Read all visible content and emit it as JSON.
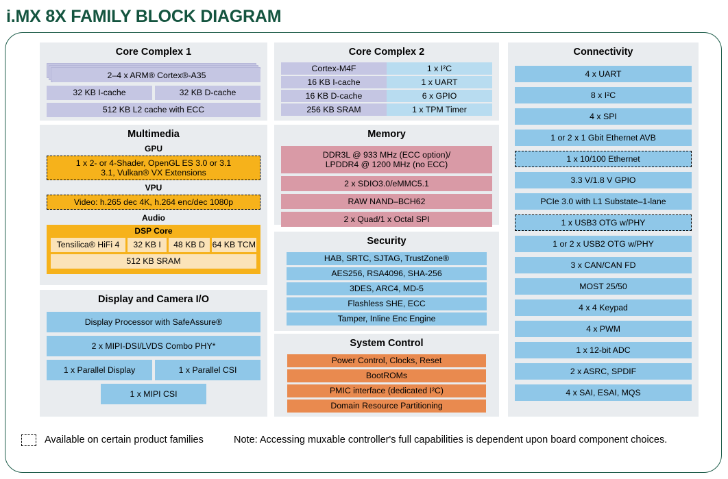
{
  "page": {
    "title": "i.MX 8X FAMILY BLOCK DIAGRAM",
    "title_color": "#14543f",
    "frame_color": "#1d5c49",
    "background": "#ffffff"
  },
  "colors": {
    "panel_bg": "#e9ecef",
    "purple": "#c5c6e3",
    "blue": "#8fc7e8",
    "light_blue": "#b8dcf0",
    "pink": "#d99aa6",
    "orange": "#e98a4f",
    "gold": "#f6b21b",
    "cream": "#fbe3b8"
  },
  "panels": {
    "core_complex_1": {
      "title": "Core Complex 1",
      "cpu": "2–4 x ARM® Cortex®-A35",
      "cache_row": [
        "32 KB I-cache",
        "32 KB D-cache"
      ],
      "l2": "512 KB L2 cache with ECC"
    },
    "core_complex_2": {
      "title": "Core Complex 2",
      "left_column": [
        "Cortex-M4F",
        "16 KB I-cache",
        "16 KB D-cache",
        "256 KB SRAM"
      ],
      "right_column": [
        "1 x I²C",
        "1 x UART",
        "6 x GPIO",
        "1 x TPM Timer"
      ]
    },
    "connectivity": {
      "title": "Connectivity",
      "items": [
        {
          "label": "4 x UART",
          "dashed": false
        },
        {
          "label": "8 x I²C",
          "dashed": false
        },
        {
          "label": "4 x SPI",
          "dashed": false
        },
        {
          "label": "1 or 2 x 1 Gbit Ethernet AVB",
          "dashed": false
        },
        {
          "label": "1 x 10/100 Ethernet",
          "dashed": true
        },
        {
          "label": "3.3 V/1.8 V GPIO",
          "dashed": false
        },
        {
          "label": "PCIe 3.0 with L1 Substate–1-lane",
          "dashed": false
        },
        {
          "label": "1 x USB3 OTG w/PHY",
          "dashed": true
        },
        {
          "label": "1 or 2 x USB2 OTG w/PHY",
          "dashed": false
        },
        {
          "label": "3 x CAN/CAN FD",
          "dashed": false
        },
        {
          "label": "MOST 25/50",
          "dashed": false
        },
        {
          "label": "4 x 4 Keypad",
          "dashed": false
        },
        {
          "label": "4 x PWM",
          "dashed": false
        },
        {
          "label": "1 x 12-bit ADC",
          "dashed": false
        },
        {
          "label": "2 x ASRC, SPDIF",
          "dashed": false
        },
        {
          "label": "4 x SAI, ESAI, MQS",
          "dashed": false
        }
      ]
    },
    "multimedia": {
      "title": "Multimedia",
      "gpu": {
        "label": "GPU",
        "line1": "1 x 2- or 4-Shader, OpenGL ES 3.0 or 3.1",
        "line2": "3.1, Vulkan® VX Extensions"
      },
      "vpu": {
        "label": "VPU",
        "text": "Video: h.265 dec 4K, h.264 enc/dec 1080p"
      },
      "audio": {
        "label": "Audio",
        "dsp_title": "DSP Core",
        "dsp_row": [
          "Tensilica® HiFi 4",
          "32 KB I",
          "48 KB D",
          "64 KB TCM"
        ],
        "sram": "512 KB SRAM"
      }
    },
    "memory": {
      "title": "Memory",
      "items": [
        {
          "line1": "DDR3L @ 933 MHz (ECC option)/",
          "line2": "LPDDR4 @ 1200 MHz (no ECC)"
        },
        {
          "line1": "2 x SDIO3.0/eMMC5.1"
        },
        {
          "line1": "RAW NAND–BCH62"
        },
        {
          "line1": "2 x Quad/1 x Octal SPI"
        }
      ]
    },
    "security": {
      "title": "Security",
      "items": [
        "HAB, SRTC, SJTAG, TrustZone®",
        "AES256, RSA4096, SHA-256",
        "3DES, ARC4, MD-5",
        "Flashless SHE, ECC",
        "Tamper, Inline Enc Engine"
      ]
    },
    "system_control": {
      "title": "System Control",
      "items": [
        "Power Control, Clocks, Reset",
        "BootROMs",
        "PMIC interface (dedicated I²C)",
        "Domain Resource Partitioning"
      ]
    },
    "display_camera": {
      "title": "Display and Camera I/O",
      "full_rows": [
        "Display Processor with SafeAssure®",
        "2 x MIPI-DSI/LVDS Combo PHY*"
      ],
      "split_row": [
        "1 x Parallel Display",
        "1 x Parallel CSI"
      ],
      "last_row": "1 x MIPI CSI"
    }
  },
  "footer": {
    "legend_label": "Available on certain product families",
    "note": "Note: Accessing muxable controller's full capabilities is dependent upon board component choices."
  }
}
